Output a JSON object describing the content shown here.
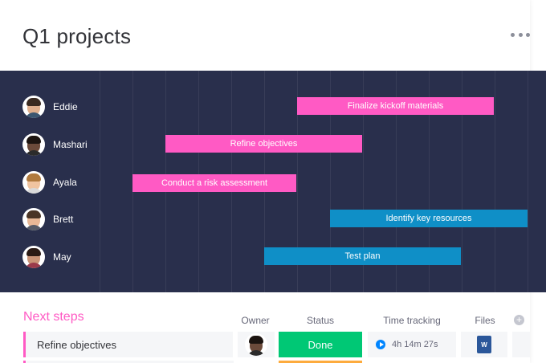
{
  "header": {
    "title": "Q1 projects"
  },
  "colors": {
    "gantt_bg": "#292f4c",
    "pink": "#ff5ac4",
    "blue": "#0f8fc7",
    "done": "#00c875",
    "working": "#fdab3d"
  },
  "people": [
    {
      "name": "Eddie",
      "icon": "avatar-eddie"
    },
    {
      "name": "Mashari",
      "icon": "avatar-mashari"
    },
    {
      "name": "Ayala",
      "icon": "avatar-ayala"
    },
    {
      "name": "Brett",
      "icon": "avatar-brett"
    },
    {
      "name": "May",
      "icon": "avatar-may"
    }
  ],
  "tasks": [
    {
      "label": "Finalize kickoff materials",
      "owner": "Eddie",
      "color": "pink"
    },
    {
      "label": "Refine objectives",
      "owner": "Mashari",
      "color": "pink"
    },
    {
      "label": "Conduct a risk assessment",
      "owner": "Ayala",
      "color": "pink"
    },
    {
      "label": "Identify key resources",
      "owner": "Brett",
      "color": "blue"
    },
    {
      "label": "Test plan",
      "owner": "May",
      "color": "blue"
    }
  ],
  "table": {
    "group_title": "Next steps",
    "columns": {
      "owner": "Owner",
      "status": "Status",
      "time": "Time tracking",
      "files": "Files"
    },
    "add_column": "+",
    "rows": [
      {
        "name": "Refine objectives",
        "status": "Done",
        "time": "4h 14m 27s",
        "file_icon": "word-file-icon",
        "file_badge": "W"
      }
    ]
  }
}
